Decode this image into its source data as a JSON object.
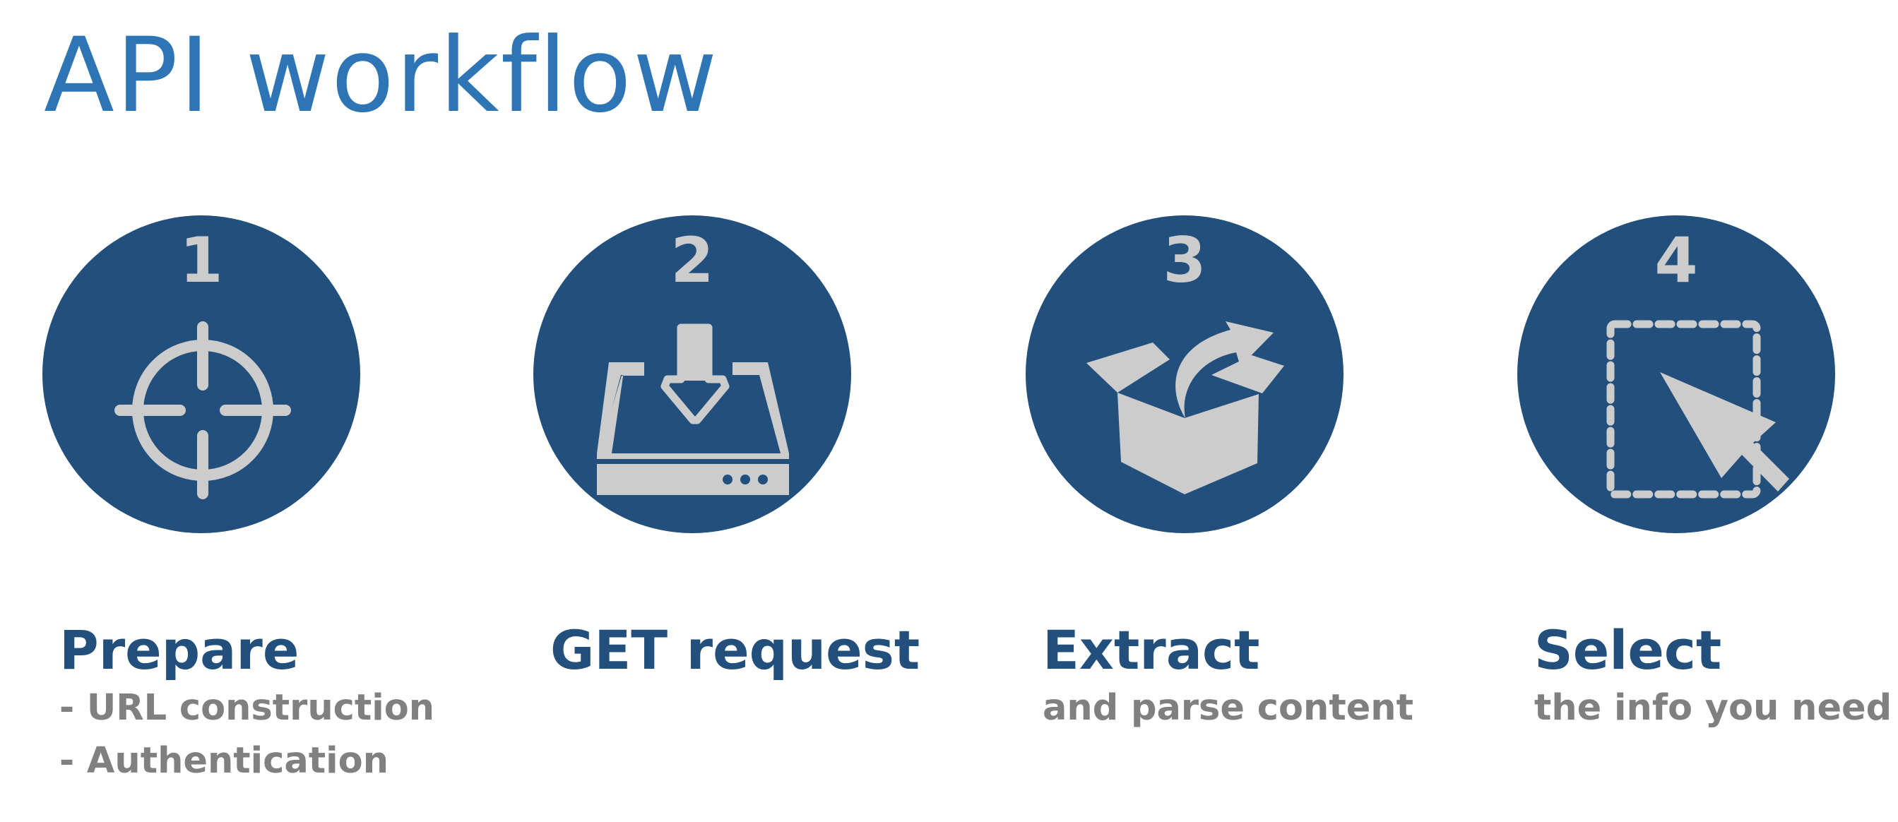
{
  "title": "API workflow",
  "colors": {
    "title": "#2e75b6",
    "circle": "#224f7c",
    "icon": "#cccccc",
    "heading": "#224f7c",
    "subtext": "#808080"
  },
  "steps": [
    {
      "number": "1",
      "icon": "crosshair-target-icon",
      "heading": "Prepare",
      "lines": [
        "- URL construction",
        "- Authentication"
      ]
    },
    {
      "number": "2",
      "icon": "download-to-server-icon",
      "heading": "GET request",
      "lines": []
    },
    {
      "number": "3",
      "icon": "open-box-with-arrow-icon",
      "heading": "Extract",
      "lines": [
        "and parse content"
      ]
    },
    {
      "number": "4",
      "icon": "cursor-selection-icon",
      "heading": "Select",
      "lines": [
        "the info you need"
      ]
    }
  ]
}
